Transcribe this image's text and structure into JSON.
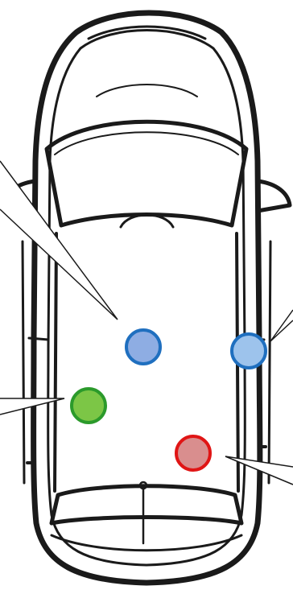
{
  "diagram": {
    "subject": "car-top-view-outline",
    "markers": [
      {
        "id": "marker-blue-center",
        "fill": "#8EADE3",
        "stroke": "#1F6FBF"
      },
      {
        "id": "marker-lightblue-right",
        "fill": "#9DC3EC",
        "stroke": "#1F6FBF"
      },
      {
        "id": "marker-green-left",
        "fill": "#7CC646",
        "stroke": "#2B9A2B"
      },
      {
        "id": "marker-red-rear",
        "fill": "#D98E8E",
        "stroke": "#E01515"
      }
    ],
    "colors": {
      "outline": "#1a1a1a",
      "callout_fill": "#ffffff",
      "background": "#ffffff"
    }
  }
}
